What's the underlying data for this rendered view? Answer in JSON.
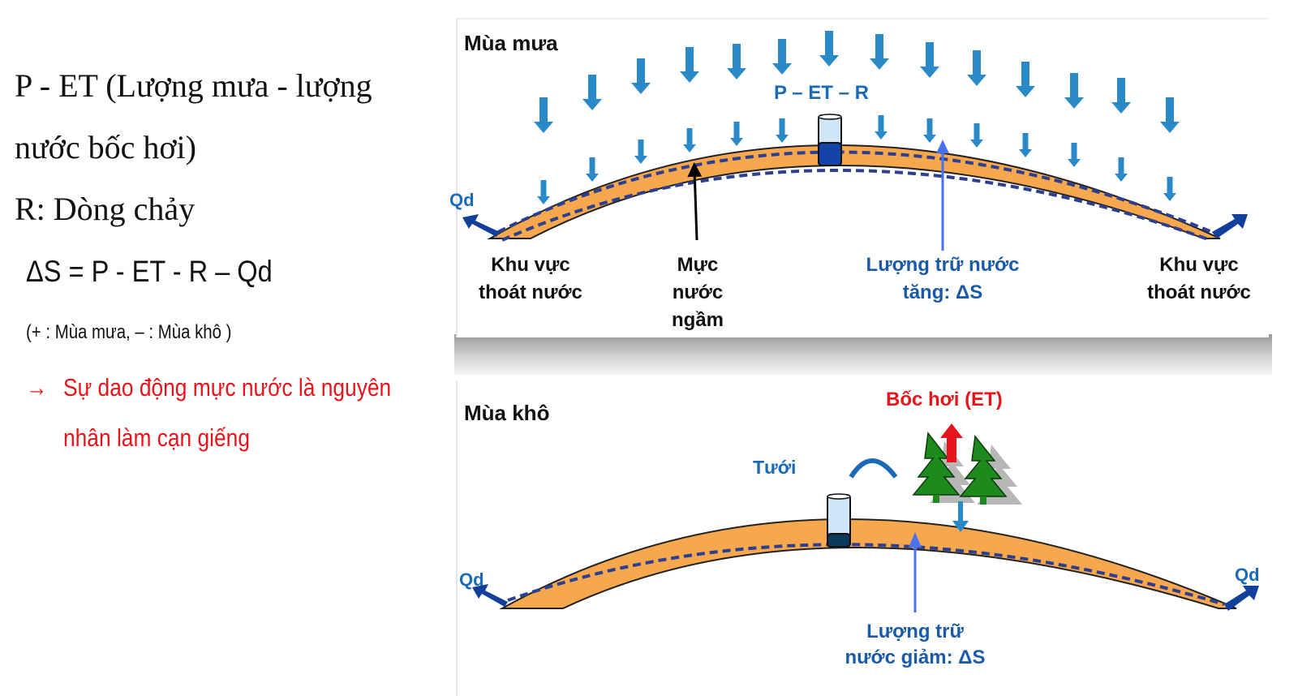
{
  "left_text": {
    "line1": "P - ET (Lượng mưa - lượng",
    "line2": "nước bốc hơi)",
    "line3": "R: Dòng chảy",
    "equation": "ΔS = P - ET - R – Qd",
    "sign_note": "(+ : Mùa mưa, –  :  Mùa khô )",
    "conclusion_arrow": "→",
    "conclusion_line1": "Sự dao động mực nước là nguyên",
    "conclusion_line2": "nhân làm cạn giếng"
  },
  "wet_season": {
    "title": "Mùa mưa",
    "formula": "P – ET – R",
    "left_outflow": "Qd",
    "left_area_line1": "Khu vực",
    "left_area_line2": "thoát nước",
    "water_table_line1": "Mực",
    "water_table_line2": "nước",
    "water_table_line3": "ngầm",
    "storage_line1": "Lượng trữ nước",
    "storage_line2": "tăng: ΔS",
    "right_area_line1": "Khu vực",
    "right_area_line2": "thoát nước"
  },
  "dry_season": {
    "title": "Mùa khô",
    "evaporation": "Bốc hơi (ET)",
    "irrigation": "Tưới",
    "left_outflow": "Qd",
    "right_outflow": "Qd",
    "storage_line1": "Lượng trữ",
    "storage_line2": "nước giảm: ΔS"
  },
  "colors": {
    "aquifer": "#f7a84e",
    "rain_arrow": "#2a8ac8",
    "outflow_arrow": "#123f9c",
    "label_blue": "#1a5aa8",
    "storage_arrow": "#4a72f0",
    "evap_arrow": "#e8141c",
    "tree": "#1e8a1e"
  }
}
